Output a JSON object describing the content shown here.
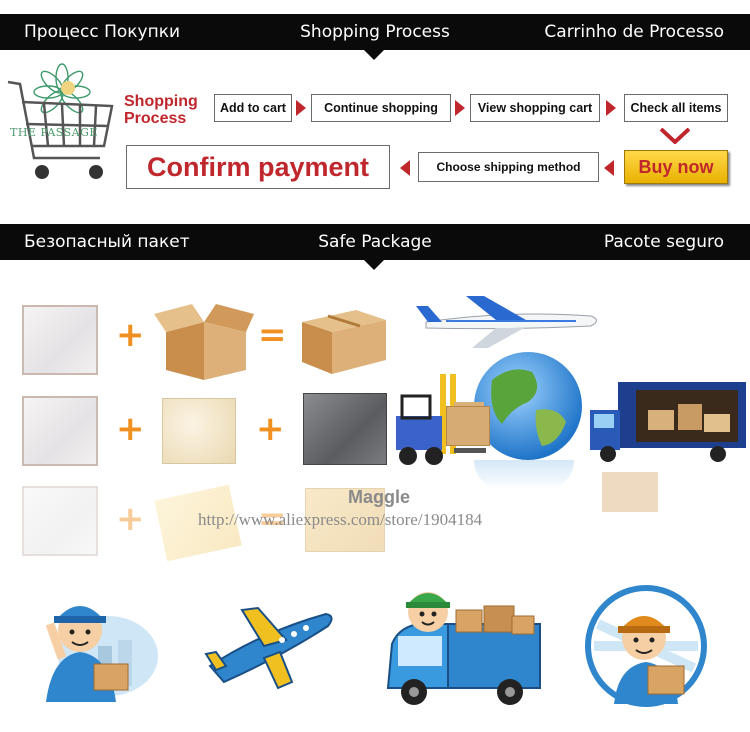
{
  "banner_shopping": {
    "left": "Процесс Покупки",
    "center": "Shopping Process",
    "right": "Carrinho de Processo"
  },
  "logo": {
    "text": "THE PASSAGE"
  },
  "process": {
    "title_line1": "Shopping",
    "title_line2": "Process",
    "steps": [
      "Add to cart",
      "Continue shopping",
      "View shopping cart",
      "Check all items"
    ],
    "buy_now": "Buy now",
    "choose_shipping": "Choose shipping method",
    "confirm_payment": "Confirm payment"
  },
  "banner_package": {
    "left": "Безопасный пакет",
    "center": "Safe Package",
    "right": "Pacote seguro"
  },
  "watermark": {
    "name": "Maggle",
    "url": "http://www.aliexpress.com/store/1904184"
  },
  "colors": {
    "banner_bg": "#0a0a0a",
    "accent_red": "#c0272d",
    "operator_orange": "#f09020",
    "buy_now_gold": "#f2c200"
  }
}
